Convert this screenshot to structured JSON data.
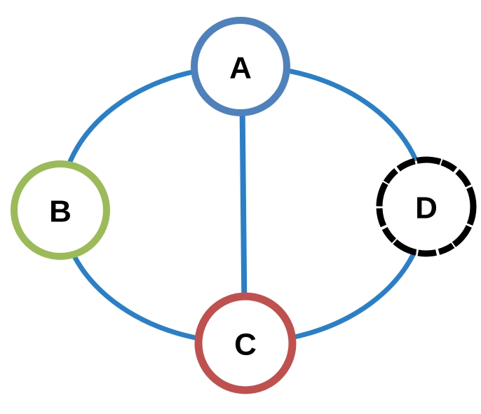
{
  "diagram": {
    "type": "graph",
    "description": "Four-node graph: nodes A, B, C, D placed on an ellipse with curved edges A-B, A-D, B-C, C-D and one straight edge A-C",
    "background_color": "#ffffff",
    "edge_color": "#2980c9",
    "node_fill_color": "#ffffff",
    "label_color": "#000000",
    "nodes": [
      {
        "id": "A",
        "label": "A",
        "ring_color": "#4f81bd",
        "position": "top"
      },
      {
        "id": "B",
        "label": "B",
        "ring_color": "#9bbb59",
        "position": "left"
      },
      {
        "id": "C",
        "label": "C",
        "ring_color": "#c0504d",
        "position": "bottom"
      },
      {
        "id": "D",
        "label": "D",
        "ring_color": "#000000",
        "position": "right"
      }
    ],
    "edges": [
      {
        "from": "A",
        "to": "B",
        "style": "curved"
      },
      {
        "from": "A",
        "to": "D",
        "style": "curved"
      },
      {
        "from": "B",
        "to": "C",
        "style": "curved"
      },
      {
        "from": "C",
        "to": "D",
        "style": "curved"
      },
      {
        "from": "A",
        "to": "C",
        "style": "straight"
      }
    ]
  }
}
